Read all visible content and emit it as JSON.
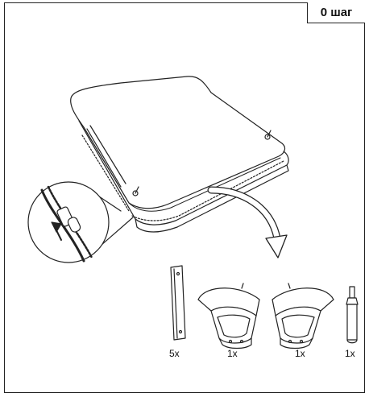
{
  "header": {
    "step_label": "0 шаг"
  },
  "parts": [
    {
      "qty": "5x",
      "icon": "bracket-plate-icon"
    },
    {
      "qty": "1x",
      "icon": "left-armrest-icon"
    },
    {
      "qty": "1x",
      "icon": "right-armrest-icon"
    },
    {
      "qty": "1x",
      "icon": "gas-lift-cylinder-icon"
    }
  ],
  "colors": {
    "line": "#222222",
    "background": "#ffffff"
  }
}
